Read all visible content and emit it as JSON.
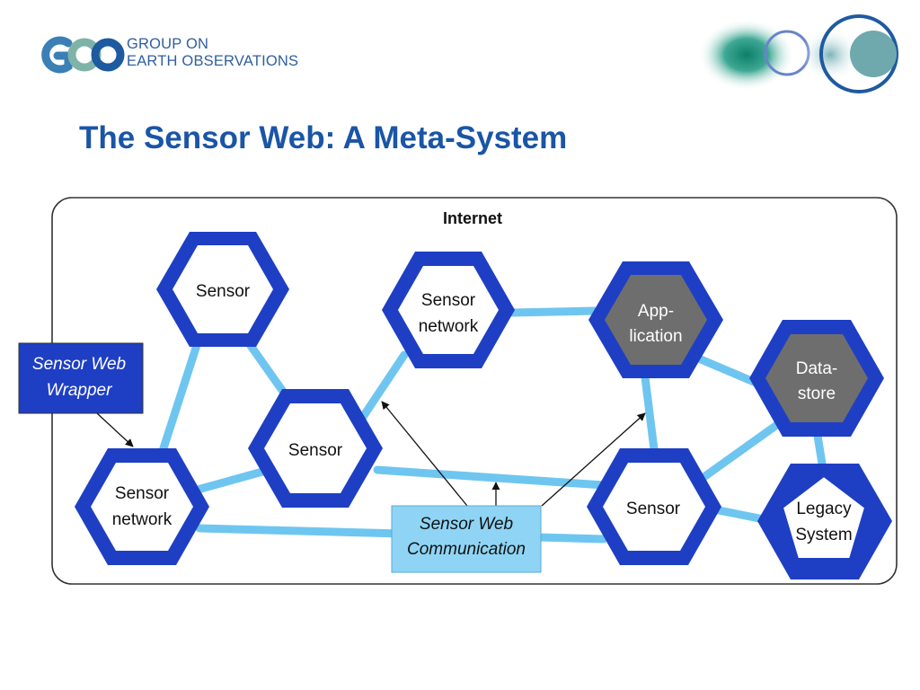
{
  "header": {
    "org_line1": "GROUP ON",
    "org_line2": "EARTH OBSERVATIONS",
    "logo_text": "GEO"
  },
  "title": "The Sensor Web: A Meta-System",
  "diagram": {
    "container_label": "Internet",
    "nodes": {
      "sensor_top_left": {
        "line1": "Sensor"
      },
      "sensor_network_center": {
        "line1": "Sensor",
        "line2": "network"
      },
      "application": {
        "line1": "App-",
        "line2": "lication"
      },
      "datastore": {
        "line1": "Data-",
        "line2": "store"
      },
      "sensor_middle": {
        "line1": "Sensor"
      },
      "sensor_network_left": {
        "line1": "Sensor",
        "line2": "network"
      },
      "sensor_right": {
        "line1": "Sensor"
      },
      "legacy_system": {
        "line1": "Legacy",
        "line2": "System"
      }
    },
    "callouts": {
      "wrapper": {
        "line1": "Sensor Web",
        "line2": "Wrapper"
      },
      "communication": {
        "line1": "Sensor Web",
        "line2": "Communication"
      }
    },
    "colors": {
      "hex_border": "#1e3fc4",
      "link": "#6ec6f0",
      "dark_fill": "#6e6e6e",
      "wrapper_fill": "#1e3fc4",
      "communication_fill": "#8fd4f4"
    }
  }
}
